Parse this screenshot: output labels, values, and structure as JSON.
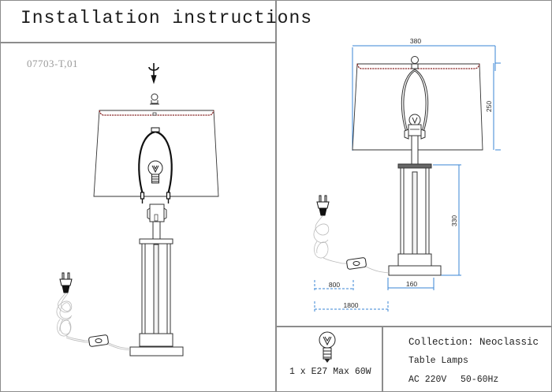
{
  "header": {
    "title": "Installation instructions",
    "model_number": "07703-T,01"
  },
  "dimensions": {
    "shade_width": "380",
    "shade_height": "250",
    "base_height": "330",
    "base_width": "160",
    "cord_to_switch": "800",
    "cord_total": "1800",
    "units": "mm"
  },
  "specs": {
    "bulb_label": "1 x E27 Max 60W",
    "collection": "Collection: Neoclassic",
    "product_type": "Table Lamps",
    "voltage": "AC 220V",
    "frequency": "50-60Hz"
  },
  "colors": {
    "dimension_line": "#3a86d4",
    "shade_trim": "#8b2a2a",
    "border": "#8c8c8c"
  },
  "icons": {
    "rotate": "rotate-screw-icon",
    "finial": "finial-icon",
    "bulb": "light-bulb-icon",
    "plug": "power-plug-icon",
    "switch": "inline-switch-icon"
  }
}
